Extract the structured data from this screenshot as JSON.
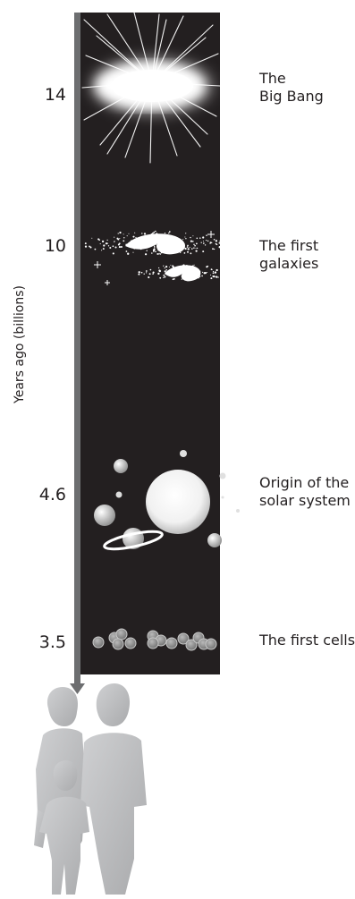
{
  "axis": {
    "title": "Years ago (billions)",
    "ticks": [
      "14",
      "10",
      "4.6",
      "3.5"
    ]
  },
  "events": [
    {
      "label": "The Big Bang",
      "line1": "The",
      "line2": "Big Bang",
      "years_ago_billions": 14
    },
    {
      "label": "The first galaxies",
      "line1": "The first",
      "line2": "galaxies",
      "years_ago_billions": 10
    },
    {
      "label": "Origin of the solar system",
      "line1": "Origin of the",
      "line2": "solar system",
      "years_ago_billions": 4.6
    },
    {
      "label": "The first cells",
      "line1": "The first cells",
      "line2": "",
      "years_ago_billions": 3.5
    }
  ],
  "people": [
    "man",
    "woman",
    "child"
  ],
  "colors": {
    "panel": "#231f20",
    "text": "#231f20",
    "figures": "#b8b9bb"
  }
}
